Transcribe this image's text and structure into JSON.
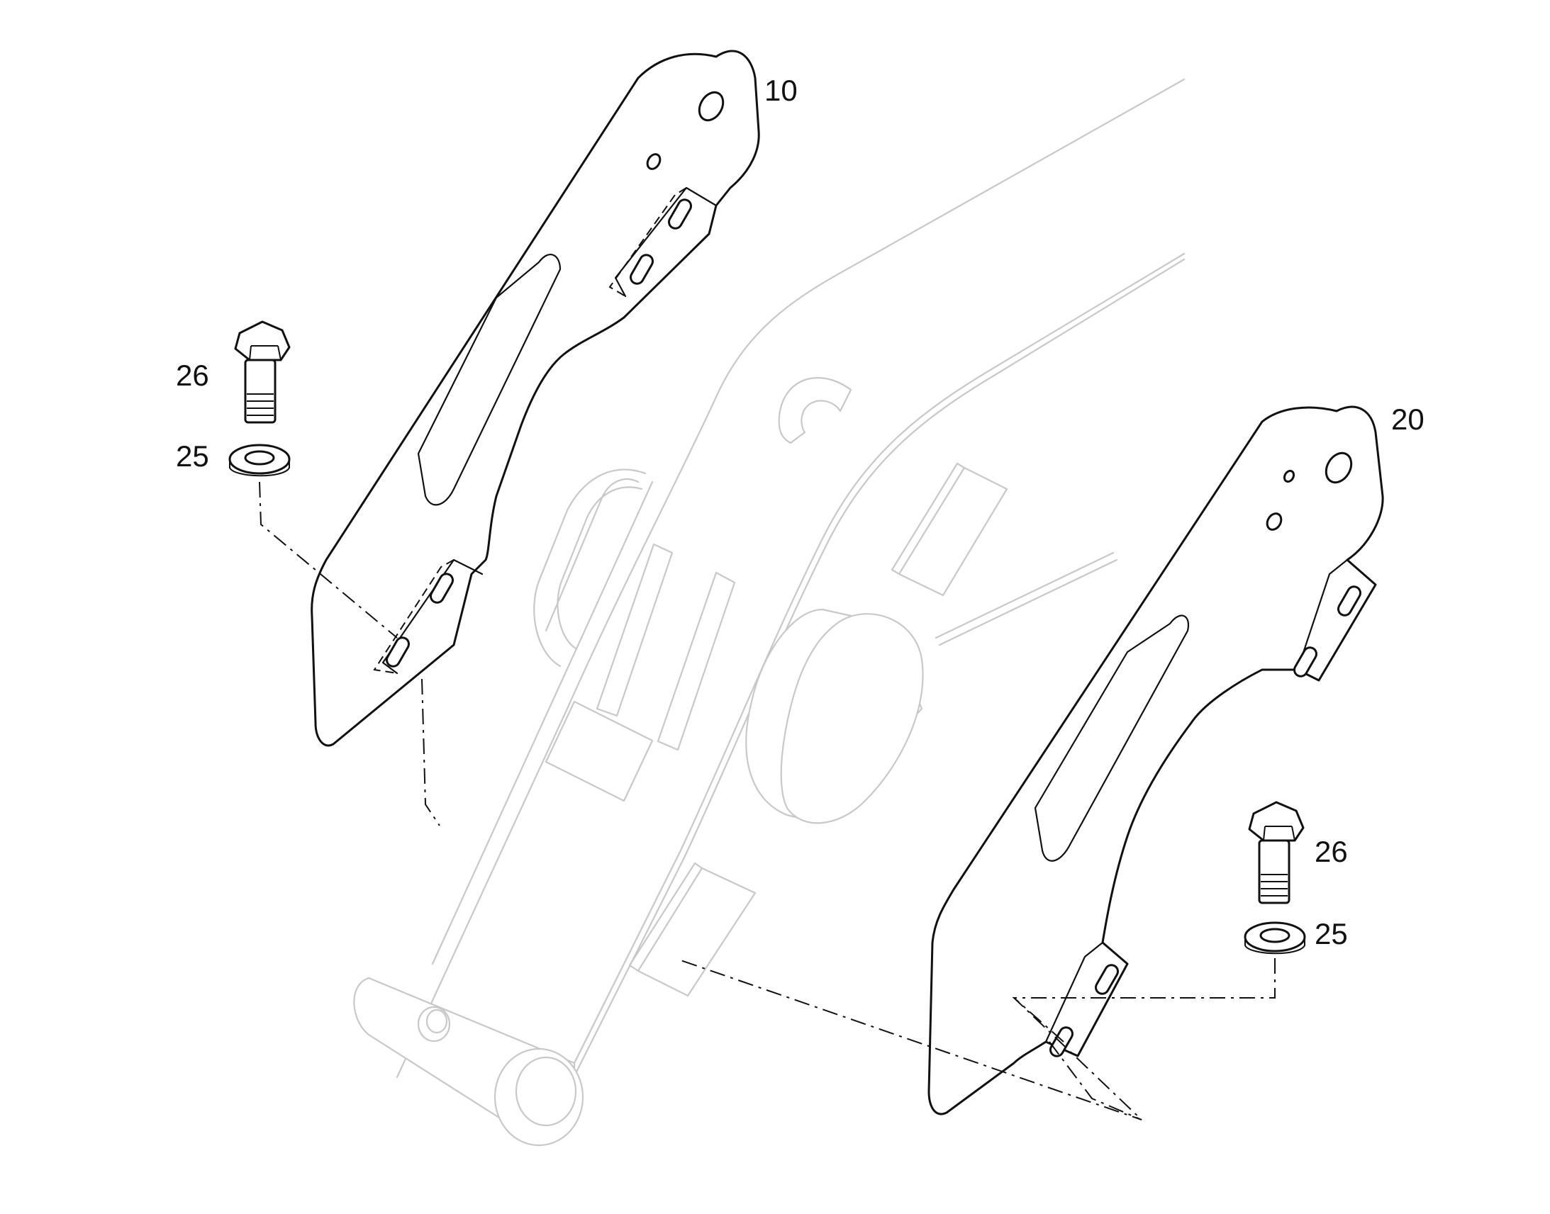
{
  "labels": {
    "part_10": "10",
    "part_20": "20",
    "bolt_left": "26",
    "washer_left": "25",
    "bolt_right": "26",
    "washer_right": "25"
  },
  "colors": {
    "ink": "#111111",
    "ghost": "#c8c8c8",
    "background": "#ffffff"
  }
}
